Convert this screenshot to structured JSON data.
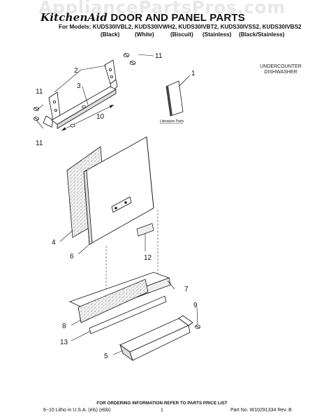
{
  "watermark": "AppliancePartsPros.com",
  "header": {
    "brand": "KitchenAid",
    "title": "DOOR AND PANEL PARTS",
    "models": "For Models: KUDS30IVBL2, KUDS30IVWH2, KUDS30IVBT2, KUDS30IVSS2, KUDS30IVBS2",
    "colors": [
      "(Black)",
      "(White)",
      "(Biscuit)",
      "(Stainless)",
      "(Black/Stainless)"
    ]
  },
  "subtitle": [
    "UNDERCOUNTER",
    "DISHWASHER"
  ],
  "callouts": [
    "1",
    "2",
    "3",
    "4",
    "5",
    "6",
    "7",
    "8",
    "9",
    "10",
    "11",
    "11",
    "11",
    "12",
    "13"
  ],
  "literature_label": "Literature Parts",
  "footer": {
    "ordering": "FOR ORDERING INFORMATION REFER TO PARTS PRICE LIST",
    "litho": "6−10 Litho in U.S.A. (els) (ebb)",
    "page": "1",
    "part_no": "Part No. W10291334 Rev. B"
  }
}
